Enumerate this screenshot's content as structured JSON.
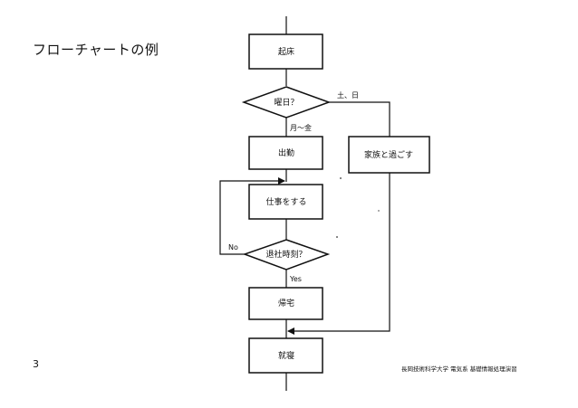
{
  "slide": {
    "title": "フローチャートの例",
    "page_number": "3",
    "footer": "長岡技術科学大学 電気系 基礎情報処理演習"
  },
  "flowchart": {
    "nodes": {
      "wake": "起床",
      "weekday_q": "曜日？",
      "commute": "出勤",
      "work": "仕事をする",
      "leave_q": "退社時刻？",
      "home": "帰宅",
      "sleep": "就寝",
      "family": "家族と過ごす"
    },
    "edge_labels": {
      "weekend": "土、日",
      "weekday": "月～金",
      "no": "No",
      "yes": "Yes"
    }
  }
}
